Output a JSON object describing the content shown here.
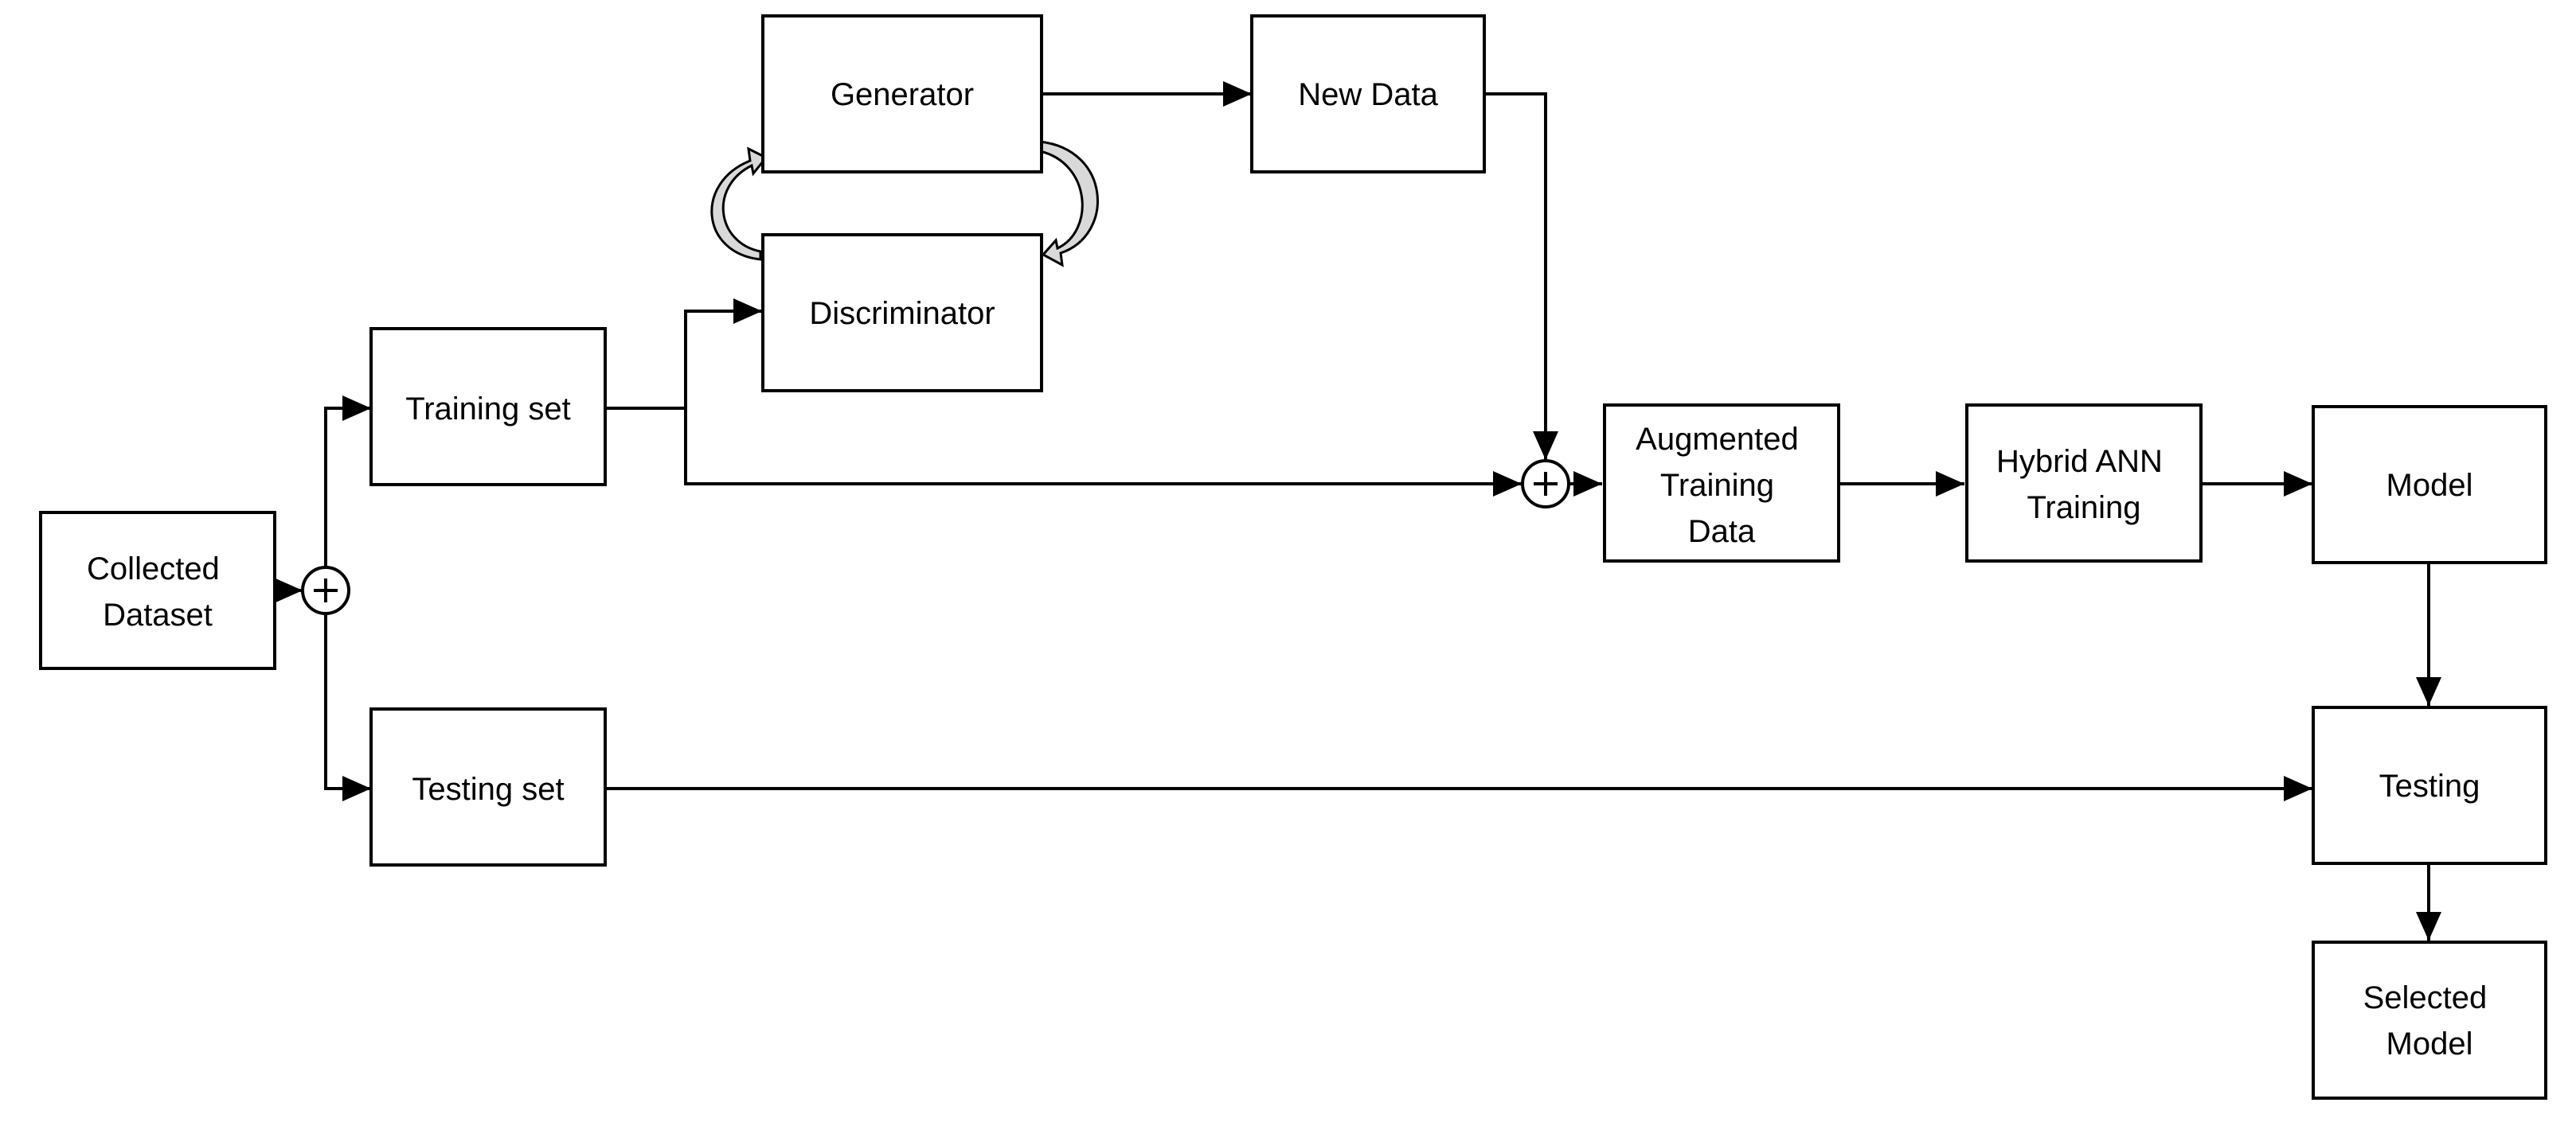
{
  "nodes": {
    "collected_dataset": [
      "Collected",
      "Dataset"
    ],
    "training_set": [
      "Training set"
    ],
    "testing_set": [
      "Testing set"
    ],
    "generator": [
      "Generator"
    ],
    "discriminator": [
      "Discriminator"
    ],
    "new_data": [
      "New Data"
    ],
    "augmented_training_data": [
      "Augmented",
      "Training",
      "Data"
    ],
    "hybrid_ann_training": [
      "Hybrid ANN",
      "Training"
    ],
    "model": [
      "Model"
    ],
    "testing": [
      "Testing"
    ],
    "selected_model": [
      "Selected",
      "Model"
    ]
  },
  "colors": {
    "stroke": "#000000",
    "fill": "#ffffff",
    "loop_fill": "#d9d9d9"
  }
}
